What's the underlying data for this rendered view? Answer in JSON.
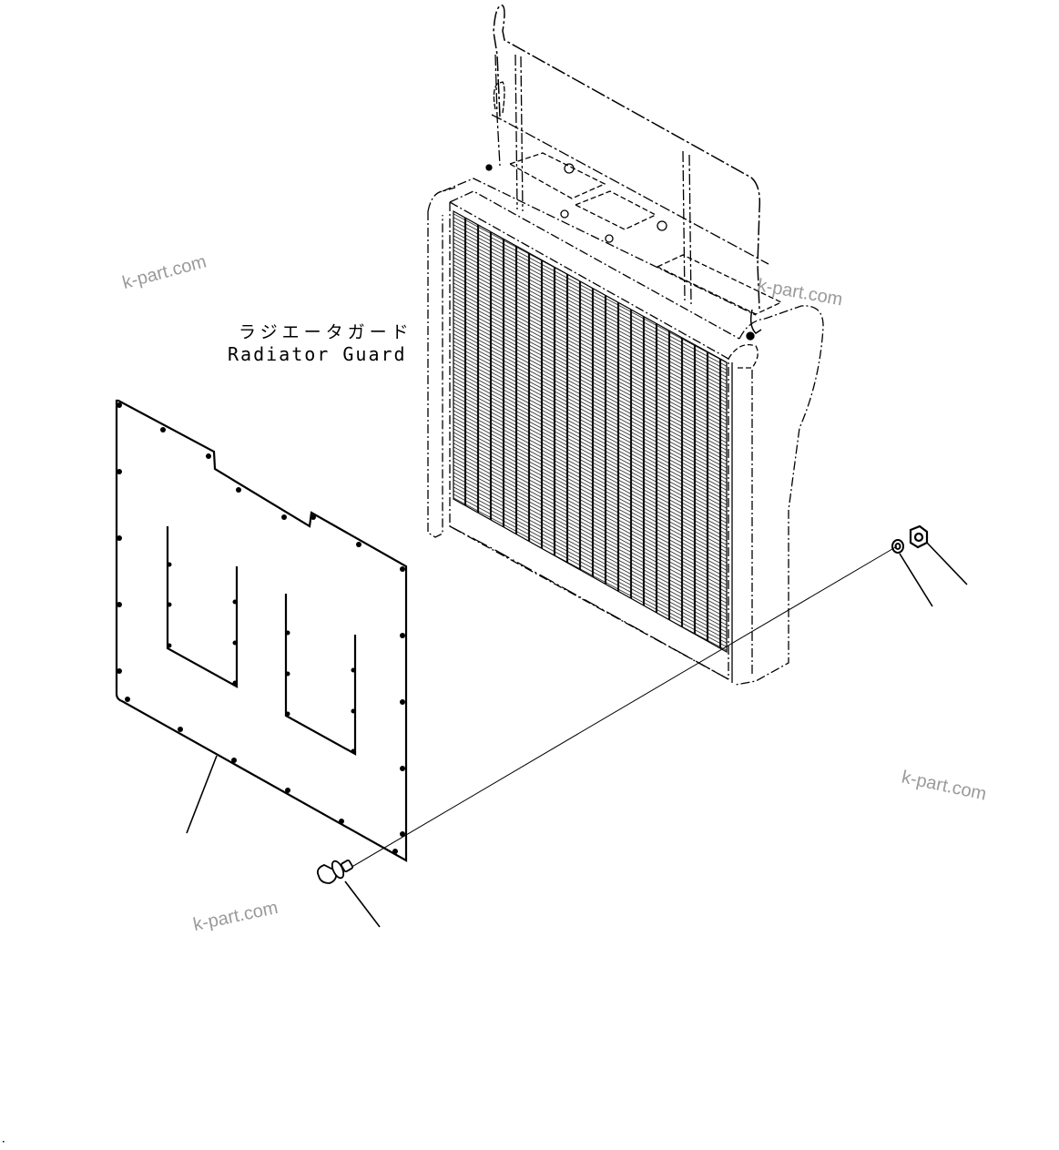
{
  "diagram": {
    "title_jp": "ラジエータガード",
    "title_en": "Radiator Guard",
    "watermarks": [
      "k-part.com",
      "k-part.com",
      "k-part.com",
      "k-part.com"
    ],
    "parts": [
      {
        "id": "guard-panel",
        "description": "Radiator guard panel (flat plate with two rectangular openings)"
      },
      {
        "id": "bolt",
        "description": "Wing/thumb bolt"
      },
      {
        "id": "washer",
        "description": "Washer"
      },
      {
        "id": "nut",
        "description": "Hex nut"
      },
      {
        "id": "radiator-assembly",
        "description": "Radiator assembly with handrail (phantom/reference)"
      }
    ],
    "colors": {
      "line": "#000000",
      "watermark": "#9a9a9a",
      "background": "#ffffff"
    }
  }
}
